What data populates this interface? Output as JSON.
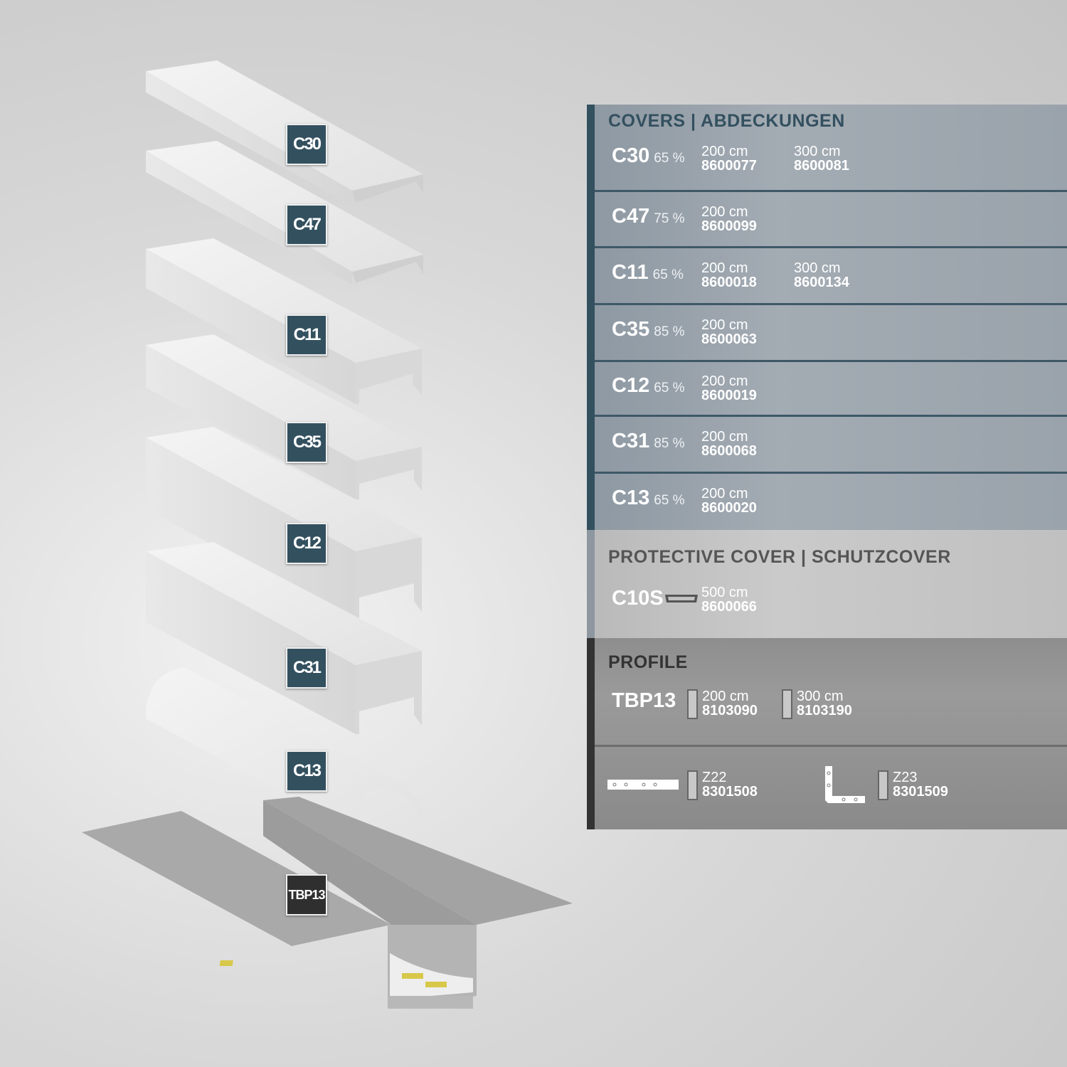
{
  "illustration_labels": [
    "C30",
    "C47",
    "C11",
    "C35",
    "C12",
    "C31",
    "C13",
    "TBP13"
  ],
  "covers": {
    "title": "COVERS | ABDECKUNGEN",
    "items": [
      {
        "code": "C30",
        "transmission": "65 %",
        "variants": [
          {
            "length": "200 cm",
            "article": "8600077"
          },
          {
            "length": "300 cm",
            "article": "8600081"
          }
        ]
      },
      {
        "code": "C47",
        "transmission": "75 %",
        "variants": [
          {
            "length": "200 cm",
            "article": "8600099"
          }
        ]
      },
      {
        "code": "C11",
        "transmission": "65 %",
        "variants": [
          {
            "length": "200 cm",
            "article": "8600018"
          },
          {
            "length": "300 cm",
            "article": "8600134"
          }
        ]
      },
      {
        "code": "C35",
        "transmission": "85 %",
        "variants": [
          {
            "length": "200 cm",
            "article": "8600063"
          }
        ]
      },
      {
        "code": "C12",
        "transmission": "65 %",
        "variants": [
          {
            "length": "200 cm",
            "article": "8600019"
          }
        ]
      },
      {
        "code": "C31",
        "transmission": "85 %",
        "variants": [
          {
            "length": "200 cm",
            "article": "8600068"
          }
        ]
      },
      {
        "code": "C13",
        "transmission": "65 %",
        "variants": [
          {
            "length": "200 cm",
            "article": "8600020"
          }
        ]
      }
    ]
  },
  "protective": {
    "title": "PROTECTIVE COVER | SCHUTZCOVER",
    "code": "C10S",
    "length": "500 cm",
    "article": "8600066",
    "icon": "cover-profile-icon"
  },
  "profile": {
    "title": "PROFILE",
    "code": "TBP13",
    "variants": [
      {
        "length": "200 cm",
        "article": "8103090"
      },
      {
        "length": "300 cm",
        "article": "8103190"
      }
    ],
    "accessories": [
      {
        "name": "Z22",
        "article": "8301508",
        "icon": "straight-connector-icon"
      },
      {
        "name": "Z23",
        "article": "8301509",
        "icon": "corner-connector-icon"
      }
    ]
  },
  "colors": {
    "accent": "#33505f",
    "profile_bar": "#333333"
  }
}
